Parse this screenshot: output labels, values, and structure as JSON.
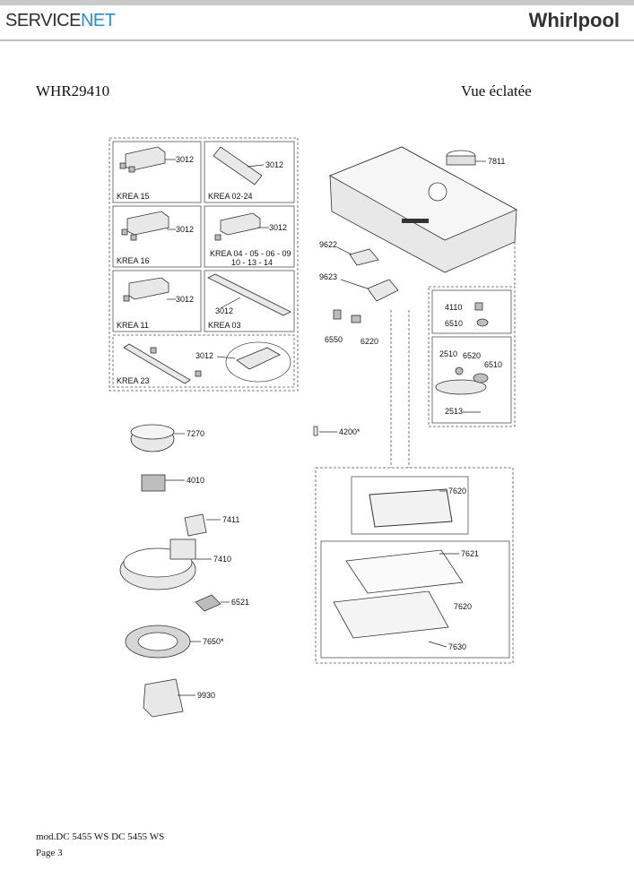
{
  "header": {
    "brand_left_a": "SERVICE",
    "brand_left_b": "NET",
    "brand_right": "Whirlpool"
  },
  "title": {
    "model": "WHR29410",
    "view": "Vue éclatée"
  },
  "krea": {
    "k15": "KREA 15",
    "k0224": "KREA 02-24",
    "k16": "KREA 16",
    "k04a": "KREA 04 - 05 - 06 - 09",
    "k04b": "10 - 13 - 14",
    "k11": "KREA 11",
    "k03": "KREA 03",
    "k23": "KREA 23",
    "ref": "3012"
  },
  "parts": {
    "p7811": "7811",
    "p9622": "9622",
    "p9623": "9623",
    "p6550": "6550",
    "p6220": "6220",
    "p4110": "4110",
    "p6510": "6510",
    "p2510": "2510",
    "p6520": "6520",
    "p2513": "2513",
    "p4200": "4200*",
    "p7270": "7270",
    "p4010": "4010",
    "p7411": "7411",
    "p7410": "7410",
    "p6521": "6521",
    "p7650": "7650*",
    "p9930": "9930",
    "p7620": "7620",
    "p7621": "7621",
    "p7630": "7630"
  },
  "footer": {
    "mod": "mod.DC 5455 WS DC 5455 WS",
    "page": "Page 3"
  }
}
